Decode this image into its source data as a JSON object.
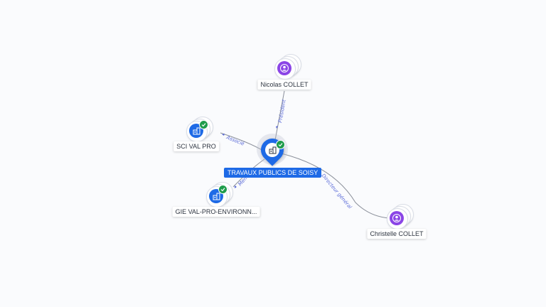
{
  "graph": {
    "center": {
      "name": "TRAVAUX PUBLICS DE SOISY",
      "type": "company",
      "verified": true,
      "icon": "building-icon"
    },
    "nodes": [
      {
        "id": "nicolas",
        "name": "Nicolas COLLET",
        "type": "person",
        "icon": "person-icon"
      },
      {
        "id": "sci",
        "name": "SCI VAL PRO",
        "type": "company",
        "verified": true,
        "icon": "building-icon"
      },
      {
        "id": "gie",
        "name": "GIE VAL-PRO-ENVIRONN...",
        "type": "company",
        "verified": true,
        "icon": "building-icon"
      },
      {
        "id": "christelle",
        "name": "Christelle COLLET",
        "type": "person",
        "icon": "person-icon"
      }
    ],
    "edges": [
      {
        "from": "nicolas",
        "label": "Président"
      },
      {
        "from": "sci",
        "label": "Associé"
      },
      {
        "from": "gie",
        "label": "Membre"
      },
      {
        "from": "christelle",
        "label": "Directeur général"
      }
    ]
  },
  "colors": {
    "company": "#1e6ae6",
    "person": "#8b45e6",
    "verified": "#1f9c4b",
    "edge": "#8a8f9a",
    "edge_label": "#5b6bd8"
  }
}
